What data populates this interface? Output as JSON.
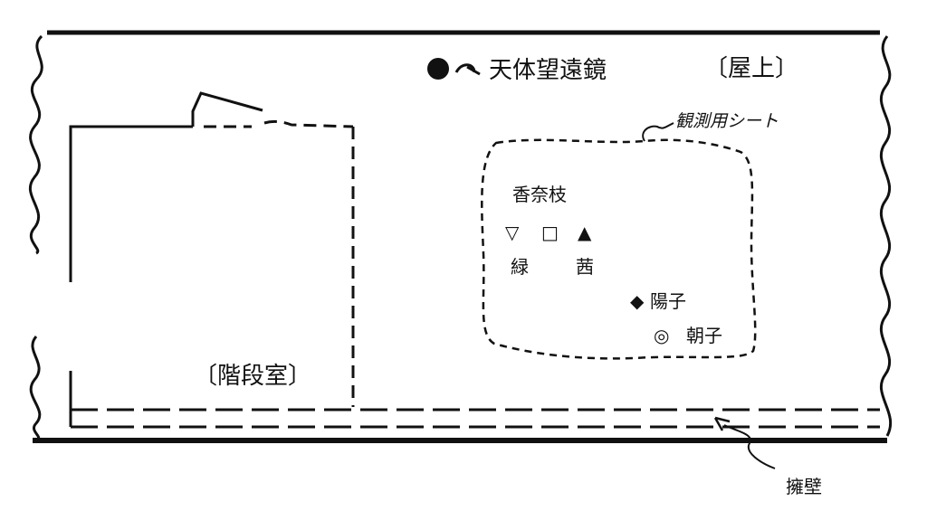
{
  "title_area": {
    "rooftop_label": "〔屋上〕",
    "telescope_label": "天体望遠鏡"
  },
  "stairwell": {
    "label": "〔階段室〕"
  },
  "observation_sheet": {
    "label": "観測用シート",
    "people": [
      {
        "id": "kanae",
        "name": "香奈枝",
        "symbol": ""
      },
      {
        "id": "midori",
        "name": "緑",
        "symbol": "▽"
      },
      {
        "id": "blank",
        "name": "",
        "symbol": "□"
      },
      {
        "id": "akane",
        "name": "茜",
        "symbol": "▲"
      },
      {
        "id": "yoko",
        "name": "陽子",
        "symbol": "◆"
      },
      {
        "id": "asako",
        "name": "朝子",
        "symbol": "◎"
      }
    ]
  },
  "parapet": {
    "label": "擁壁"
  },
  "colors": {
    "ink": "#111111",
    "paper": "#ffffff"
  }
}
